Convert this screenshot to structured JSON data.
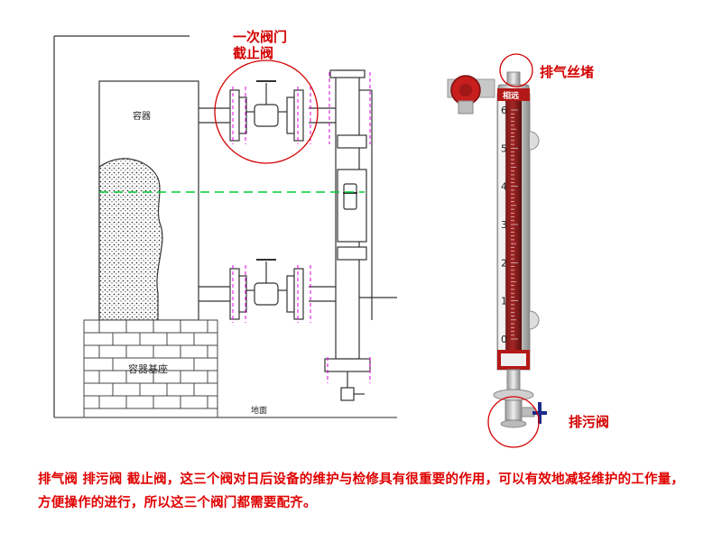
{
  "callouts": {
    "primary_valve_line1": "一次阀门",
    "primary_valve_line2": "截止阀",
    "vent_plug": "排气丝堵",
    "drain_valve": "排污阀"
  },
  "drawing_labels": {
    "container": "容器",
    "container_base": "容器基座",
    "ground": "地面"
  },
  "gauge": {
    "brand": "相远",
    "scale_numbers": [
      "6",
      "5",
      "4",
      "3",
      "2",
      "1",
      "0"
    ]
  },
  "footer": {
    "text": "排气阀 排污阀 截止阀，这三个阀对日后设备的维护与检修具有很重要的作用，可以有效地减轻维护的工作量，方便操作的进行，所以这三个阀门都需要配齐。"
  },
  "colors": {
    "callout_red": "#d40000",
    "level_green": "#00cc33",
    "dimension_magenta": "#e000e0",
    "gauge_red": "#8b1a1a"
  }
}
